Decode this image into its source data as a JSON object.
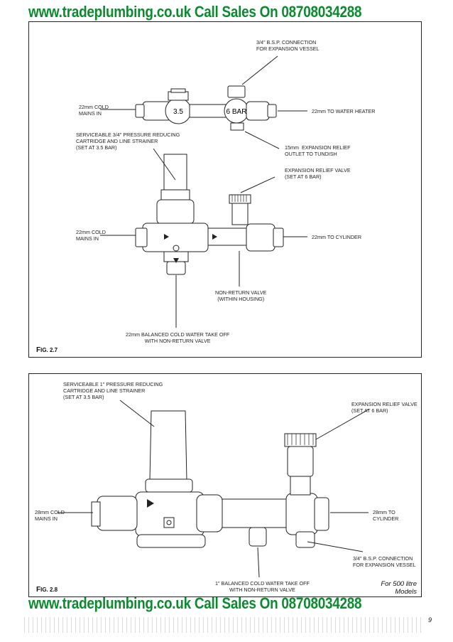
{
  "banner": "www.tradeplumbing.co.uk Call Sales On 08708034288",
  "fig1": {
    "caption": "Fig. 2.7",
    "caption_initial": "F",
    "caption_rest": "IG. 2.7",
    "labels": {
      "bsp_conn": "3/4\" B.S.P. CONNECTION\nFOR EXPANSION VESSEL",
      "mains_top": "22mm COLD\nMAINS IN",
      "water_heater": "22mm TO WATER HEATER",
      "pressure_reducing": "SERVICEABLE 3/4\" PRESSURE REDUCING\nCARTRIDGE AND LINE STRAINER\n(SET AT 3.5 BAR)",
      "outlet_tundish": "15mm  EXPANSION RELIEF\nOUTLET TO TUNDISH",
      "relief_valve": "EXPANSION RELIEF VALVE\n(SET AT 6 BAR)",
      "mains_mid": "22mm COLD\nMAINS IN",
      "cylinder": "22mm TO CYLINDER",
      "non_return": "NON-RETURN VALVE\n(WITHIN HOUSING)",
      "balanced_takeoff": "22mm BALANCED COLD WATER TAKE OFF\nWITH NON-RETURN VALVE"
    },
    "valve_marks": {
      "reducer": "3.5",
      "relief": "6 BAR"
    }
  },
  "fig2": {
    "caption_initial": "F",
    "caption_rest": "IG. 2.8",
    "labels": {
      "pressure_reducing": "SERVICEABLE 1\" PRESSURE REDUCING\nCARTRIDGE AND LINE STRAINER\n(SET AT 3.5 BAR)",
      "relief_valve": "EXPANSION RELIEF VALVE\n(SET AT 6 BAR)",
      "mains": "28mm COLD\nMAINS IN",
      "cylinder": "28mm TO\nCYLINDER",
      "bsp_conn": "3/4\" B.S.P. CONNECTION\nFOR EXPANSION VESSEL",
      "balanced_takeoff": "1\" BALANCED COLD WATER TAKE OFF\nWITH NON-RETURN VALVE"
    },
    "note": "For 500 litre\nModels"
  },
  "page_number": "9"
}
